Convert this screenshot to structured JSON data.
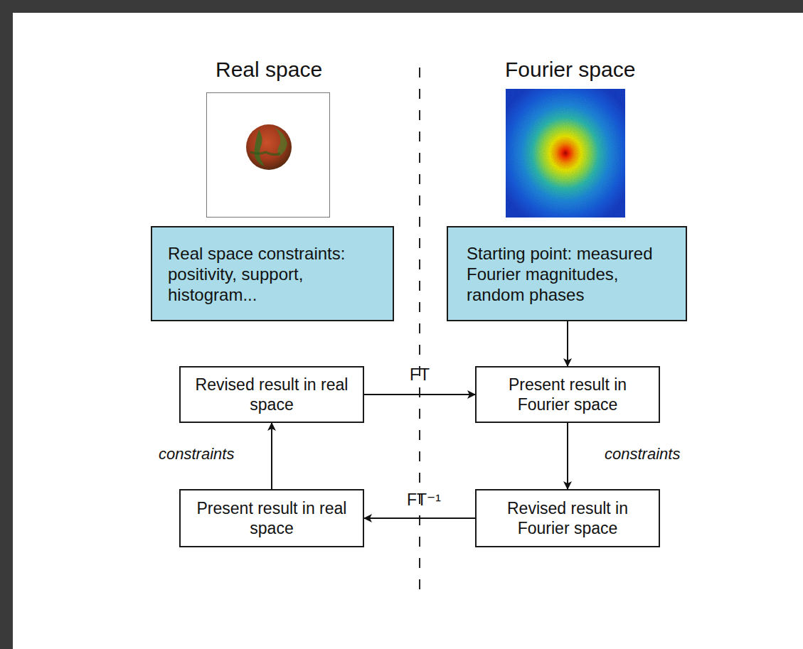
{
  "diagram": {
    "nodes": [
      {
        "text": [
          "Real space constraints: positivity, support, histogram..."
        ]
      },
      {
        "text": [
          "Starting point: measured Fourier magnitudes, random phases"
        ]
      },
      {
        "text": [
          "Revised result in real space"
        ]
      },
      {
        "text": [
          "Present result in Fourier space"
        ]
      },
      {
        "text": [
          "Present result in real space"
        ]
      },
      {
        "text": [
          "Revised result in Fourier space"
        ]
      }
    ],
    "edges": [
      {
        "from": 1,
        "to": 3,
        "arrow": "to"
      },
      {
        "from": 2,
        "to": 3,
        "label": "FT",
        "arrow": "to"
      },
      {
        "from": 3,
        "to": 5,
        "label": "constraints",
        "arrow": "to"
      },
      {
        "from": 5,
        "to": 4,
        "label": "FT⁻¹",
        "arrow": "to"
      },
      {
        "from": 4,
        "to": 2,
        "label": "constraints",
        "arrow": "to"
      }
    ],
    "labels": [
      "Real space",
      "Fourier space"
    ]
  }
}
